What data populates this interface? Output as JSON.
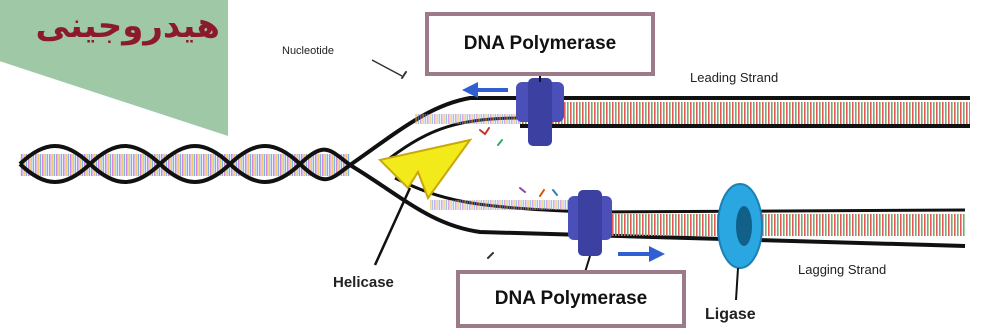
{
  "title_arabic": "هیدروجینی",
  "labels": {
    "nucleotide": "Nucleotide",
    "leading_strand": "Leading Strand",
    "lagging_strand": "Lagging Strand",
    "helicase": "Helicase",
    "ligase": "Ligase",
    "dna_polymerase_top": "DNA Polymerase",
    "dna_polymerase_bottom": "DNA Polymerase"
  },
  "colors": {
    "panel_green": "#9fc8a6",
    "title_red": "#8b1a2a",
    "polymerase_blue": "#4b4fb8",
    "ligase_cyan": "#2aa6e0",
    "helicase_yellow": "#f2ea1a",
    "arrow_blue": "#2f5fd0",
    "box_border": "#9b7a8a"
  },
  "icons": [
    "helicase-wedge-icon",
    "polymerase-clamp-icon",
    "ligase-ring-icon",
    "direction-arrow-icon",
    "nucleotide-icon"
  ]
}
